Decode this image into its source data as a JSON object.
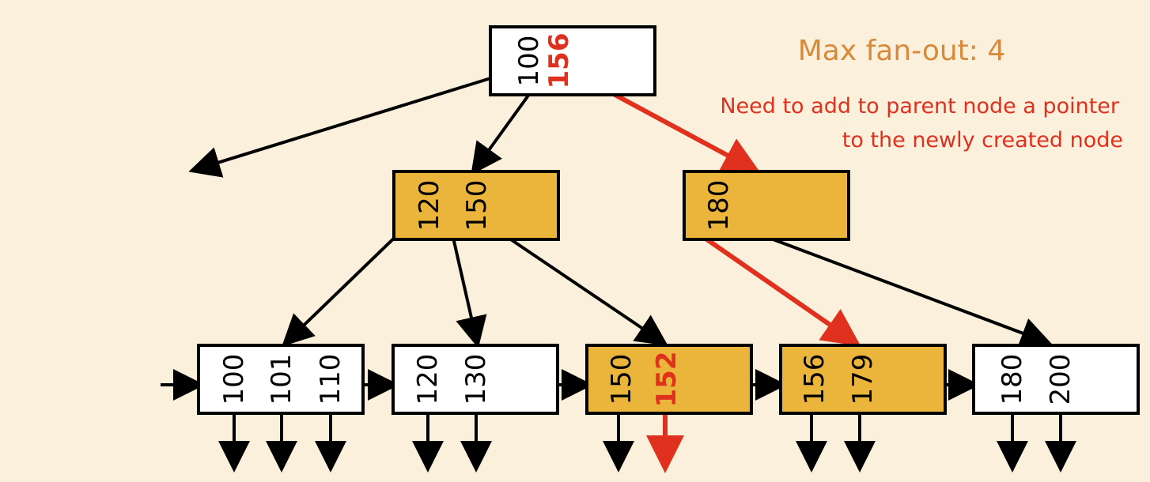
{
  "title": "Max fan-out: 4",
  "note": {
    "line1": "Need to add to parent node a pointer",
    "line2": "to the newly created node"
  },
  "colors": {
    "background": "#fbf0dc",
    "highlight_fill": "#ebb53c",
    "node_fill": "#ffffff",
    "edge": "#000000",
    "accent_red": "#e0301e",
    "title": "#d68a3a"
  },
  "root": {
    "keys": [
      {
        "text": "100",
        "new": false
      },
      {
        "text": "156",
        "new": true
      }
    ]
  },
  "internal": [
    {
      "keys": [
        {
          "text": "120",
          "new": false
        },
        {
          "text": "150",
          "new": false
        }
      ],
      "highlighted": true
    },
    {
      "keys": [
        {
          "text": "180",
          "new": false
        }
      ],
      "highlighted": true
    }
  ],
  "leaves": [
    {
      "keys": [
        {
          "text": "100",
          "new": false
        },
        {
          "text": "101",
          "new": false
        },
        {
          "text": "110",
          "new": false
        }
      ],
      "highlighted": false
    },
    {
      "keys": [
        {
          "text": "120",
          "new": false
        },
        {
          "text": "130",
          "new": false
        }
      ],
      "highlighted": false
    },
    {
      "keys": [
        {
          "text": "150",
          "new": false
        },
        {
          "text": "152",
          "new": true
        }
      ],
      "highlighted": true
    },
    {
      "keys": [
        {
          "text": "156",
          "new": false
        },
        {
          "text": "179",
          "new": false
        }
      ],
      "highlighted": true
    },
    {
      "keys": [
        {
          "text": "180",
          "new": false
        },
        {
          "text": "200",
          "new": false
        }
      ],
      "highlighted": false
    }
  ]
}
